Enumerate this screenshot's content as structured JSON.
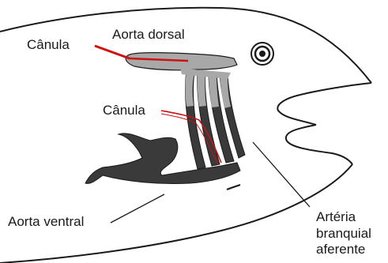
{
  "labels": {
    "aorta_dorsal": "Aorta dorsal",
    "canula_top": "Cânula",
    "canula_mid": "Cânula",
    "aorta_ventral": "Aorta ventral",
    "arteria_line1": "Artéria",
    "arteria_line2": "branquial",
    "arteria_line3": "aferente"
  },
  "colors": {
    "outline": "#1a1a1a",
    "vessel_dark": "#3a3a3a",
    "vessel_light": "#a8a8a8",
    "cannula": "#cc1111"
  }
}
